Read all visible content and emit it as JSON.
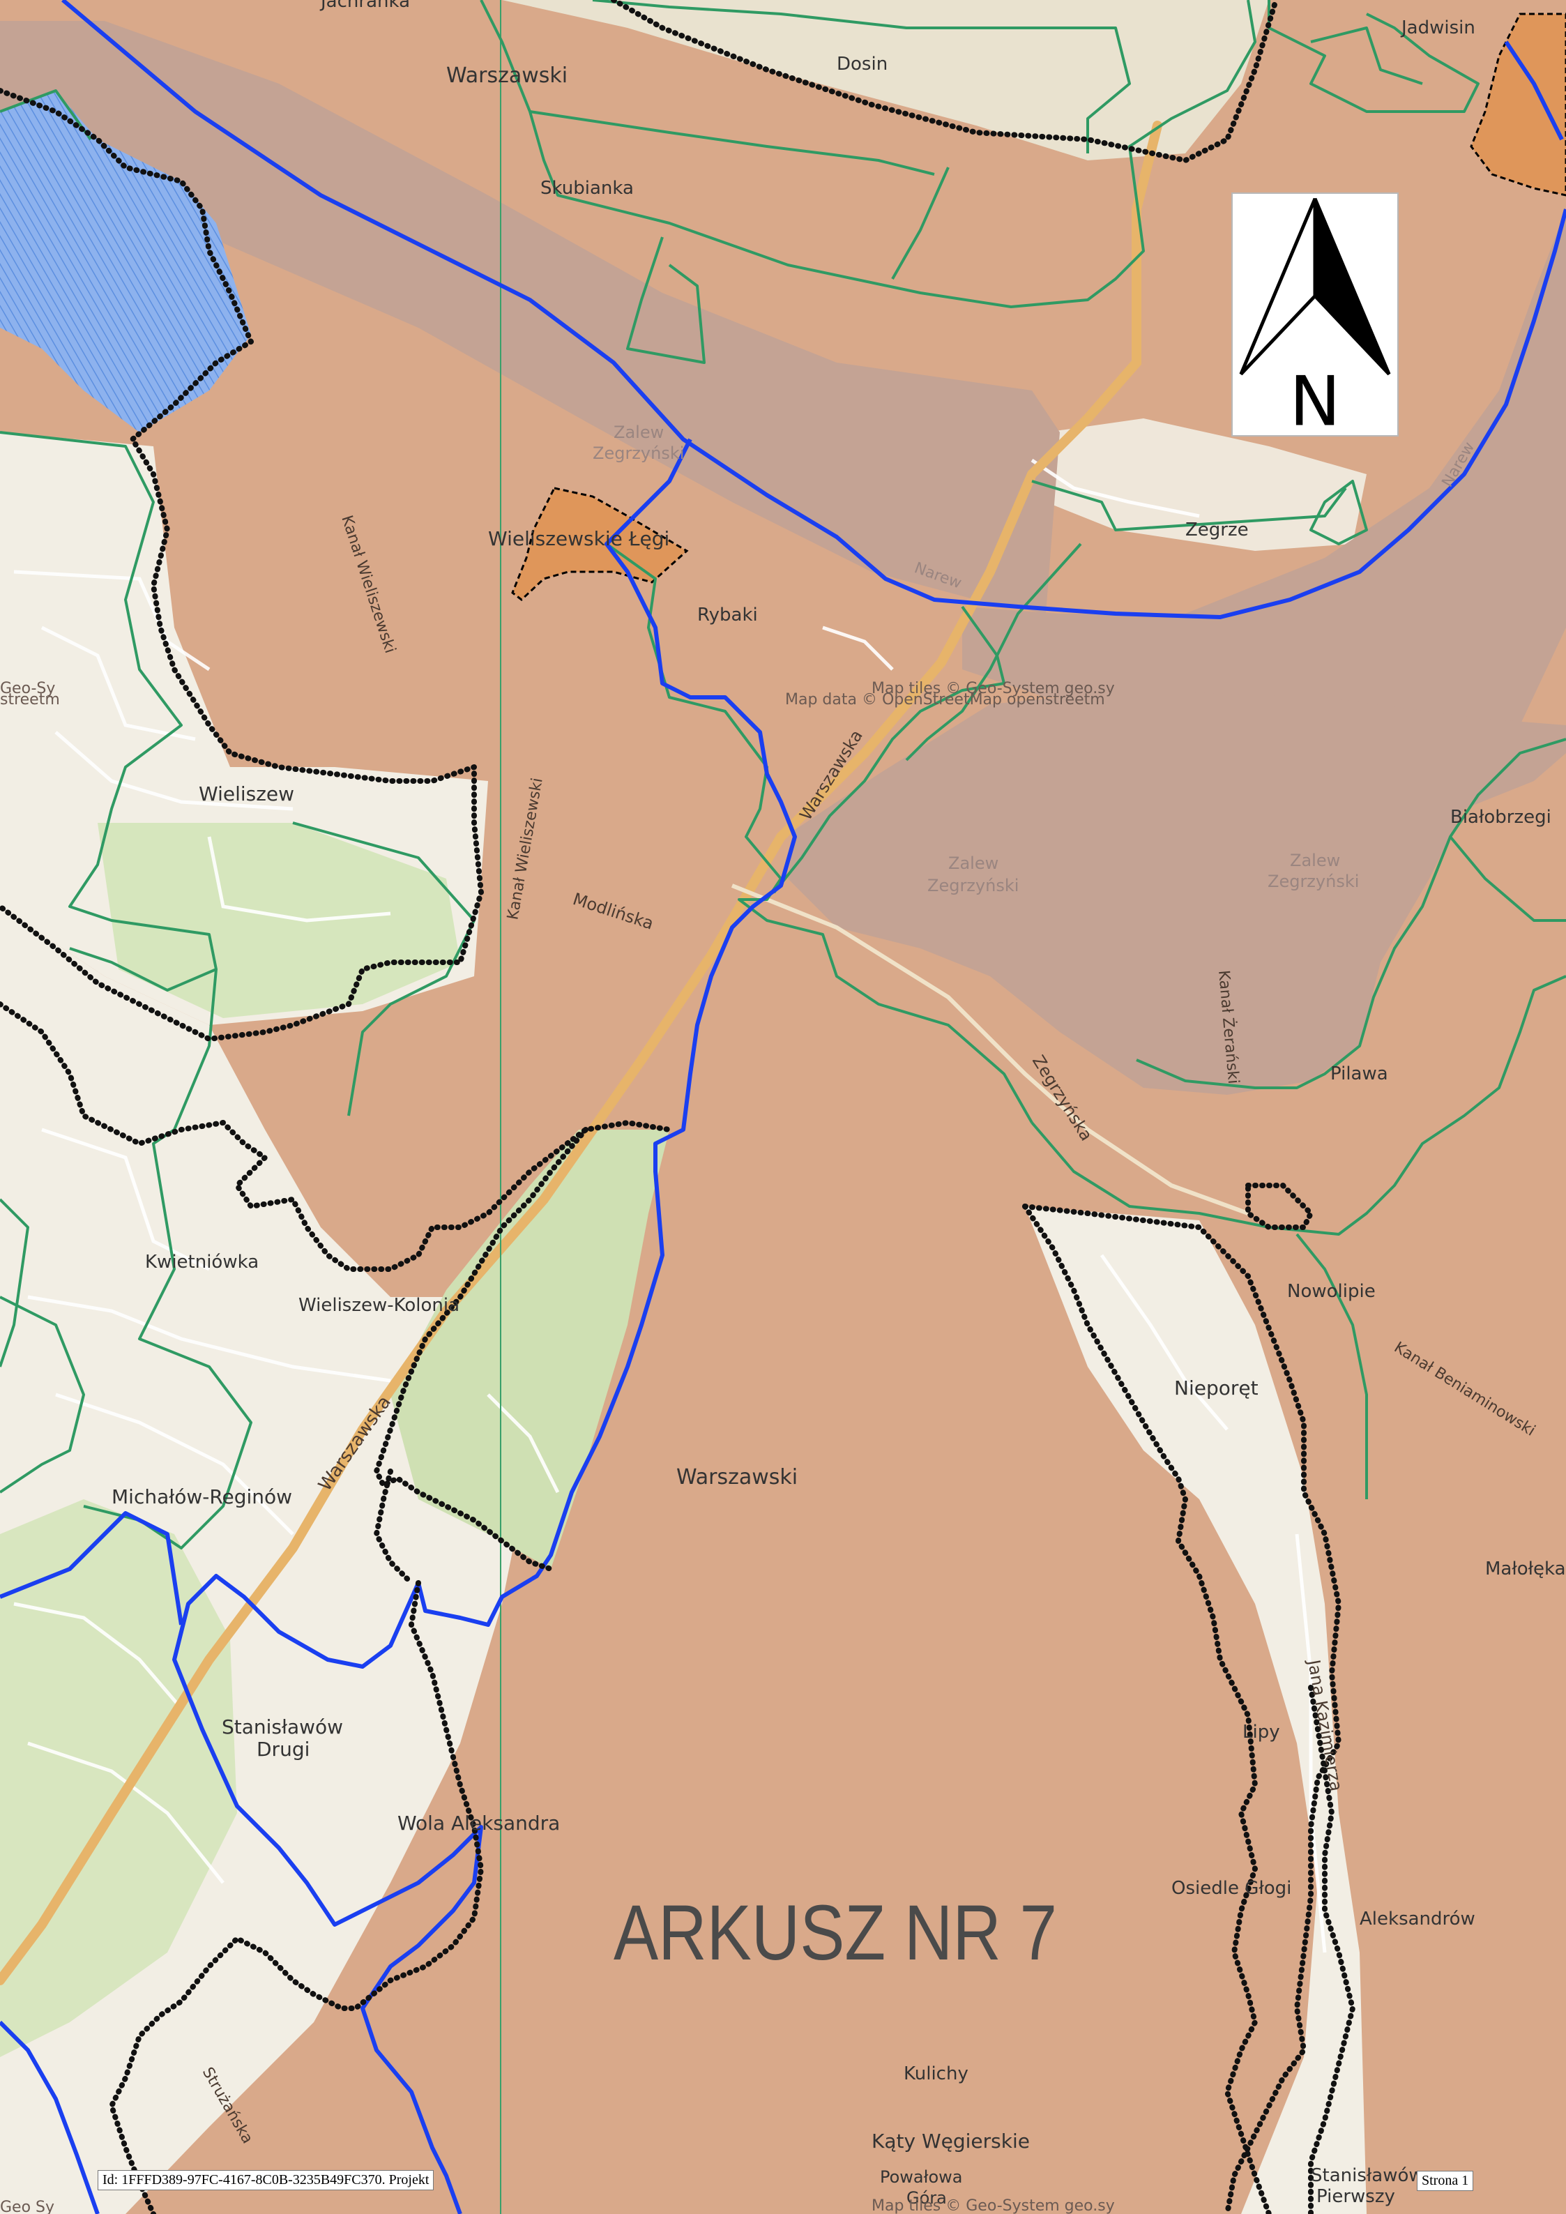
{
  "sheet_title": "ARKUSZ NR 7",
  "north_arrow": {
    "icon": "north-arrow-icon",
    "letter": "N"
  },
  "footer": {
    "id_text": "Id: 1FFFD389-97FC-4167-8C0B-3235B49FC370. Projekt",
    "page_text": "Strona 1"
  },
  "colors": {
    "zone_fill": "#d9a98a",
    "water": "#c4a394",
    "forest_fill": "#cfa47a",
    "urban_land": "#f2eee4",
    "green_land": "#cfe2b0",
    "blue_hatched": "#7fa6e6",
    "orange_patch": "#df965a",
    "blue_boundary": "#1a3ff0",
    "green_boundary": "#2f9a63",
    "dotted_boundary": "#111111",
    "main_road": "#e7b46a"
  },
  "places": {
    "jachranka": "Jachranka",
    "warszawski_top": "Warszawski",
    "dosin": "Dosin",
    "jadwisin": "Jadwisin",
    "skubianka": "Skubianka",
    "wieliszewskie_legi": "Wieliszewskie Łęgi",
    "zegrze": "Zegrze",
    "rybaki": "Rybaki",
    "wieliszew": "Wieliszew",
    "bialobrzegi": "Białobrzegi",
    "pilawa": "Pilawa",
    "nowolipie": "Nowolipie",
    "kwietniowka": "Kwietniówka",
    "wieliszew_kolonia": "Wieliszew-Kolonia",
    "nieporet": "Nieporęt",
    "michalow_reginow": "Michałów-Reginów",
    "warszawski_center": "Warszawski",
    "malolecka": "Małołęka",
    "stanislawow_drugi_1": "Stanisławów",
    "stanislawow_drugi_2": "Drugi",
    "lipy": "Lipy",
    "wola_aleksandra": "Wola Aleksandra",
    "osiedle_glogi": "Osiedle Głogi",
    "aleksandrow": "Aleksandrów",
    "kulichy": "Kulichy",
    "katy_wegierskie": "Kąty Węgierskie",
    "powalowa_1": "Powałowa",
    "powalowa_2": "Góra",
    "stanislawow_pierwszy_1": "Stanisławów",
    "stanislawow_pierwszy_2": "Pierwszy"
  },
  "water_labels": {
    "zalew_a1": "Zalew",
    "zalew_a2": "Zegrzyński",
    "zalew_b1": "Zalew",
    "zalew_b2": "Zegrzyński",
    "zalew_c1": "Zalew",
    "zalew_c2": "Zegrzyński",
    "narew_1": "Narew",
    "narew_2": "Narew"
  },
  "road_labels": {
    "kanal_wieliszewski_1": "Kanał Wieliszewski",
    "kanal_wieliszewski_2": "Kanał Wieliszewski",
    "warszawska_1": "Warszawska",
    "warszawska_2": "Warszawska",
    "modlinska": "Modlińska",
    "zegrzynska": "Zegrzyńska",
    "kanal_zeranski": "Kanał Żerański",
    "kanal_beniaminowski": "Kanał Beniaminowski",
    "jana_kazimierza": "Jana Kazimierza",
    "struzanska": "Strużańska"
  },
  "credits": {
    "tiles_1": "Map tiles © Geo-System geo.sy",
    "data_1": "Map data © OpenStreetMap openstreetm",
    "left_1": "Geo-Sy",
    "left_2": "streetm",
    "tiles_2": "Map tiles © Geo-System geo.sy",
    "left_3": "Geo Sy"
  }
}
